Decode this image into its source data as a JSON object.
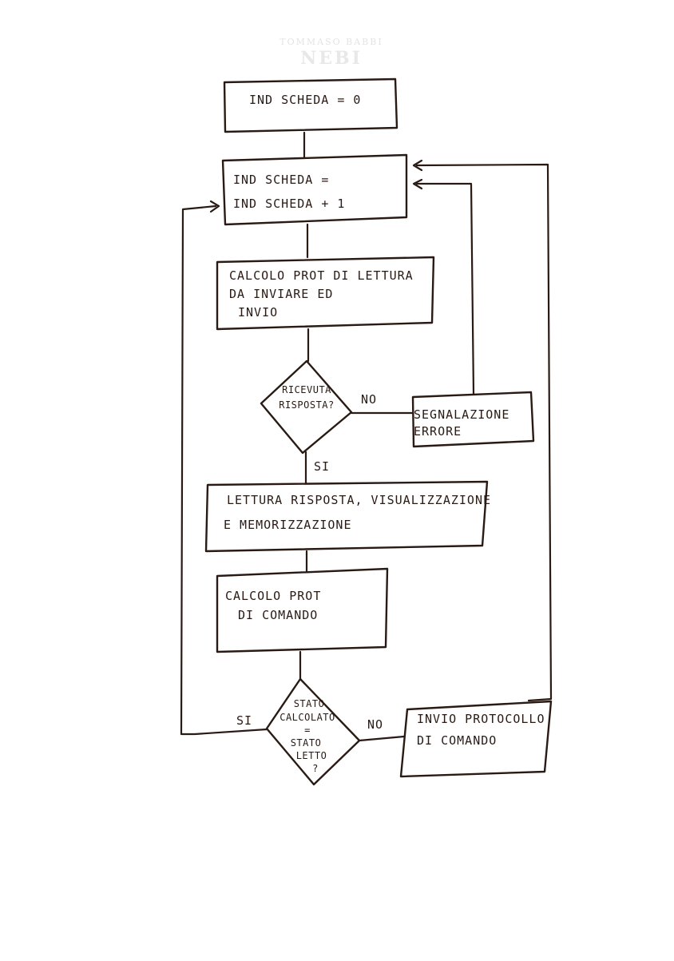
{
  "watermark": {
    "line1": "TOMMASO BABBI",
    "line2": "NEBI"
  },
  "nodes": {
    "init": "IND SCHEDA = 0",
    "increment": [
      "IND SCHEDA =",
      "IND SCHEDA + 1"
    ],
    "send_read": [
      "CALCOLO PROT DI LETTURA",
      "DA INVIARE ED",
      "INVIO"
    ],
    "decision_reply": [
      "RICEVUTA",
      "RISPOSTA?"
    ],
    "error": [
      "SEGNALAZIONE",
      "ERRORE"
    ],
    "read_reply": [
      "LETTURA RISPOSTA, VISUALIZZAZIONE",
      "E MEMORIZZAZIONE"
    ],
    "calc_command": [
      "CALCOLO PROT",
      "DI COMANDO"
    ],
    "decision_state": [
      "STATO",
      "CALCOLATO",
      "=",
      "STATO",
      "LETTO",
      "?"
    ],
    "send_command": [
      "INVIO PROTOCOLLO",
      "DI COMANDO"
    ]
  },
  "edge_labels": {
    "reply_no": "NO",
    "reply_yes": "SI",
    "state_yes": "SI",
    "state_no": "NO"
  }
}
